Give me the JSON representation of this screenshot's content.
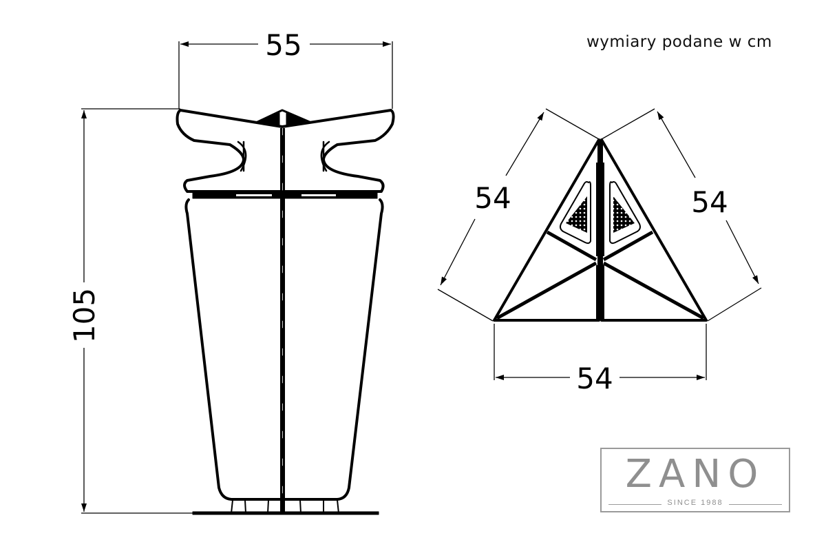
{
  "note": "wymiary podane w cm",
  "side_view": {
    "width_label": "55",
    "height_label": "105"
  },
  "top_view": {
    "left_side_label": "54",
    "right_side_label": "54",
    "bottom_side_label": "54"
  },
  "logo": {
    "name": "ZANO",
    "tagline": "SINCE 1988",
    "color": "#8f8f8f"
  }
}
